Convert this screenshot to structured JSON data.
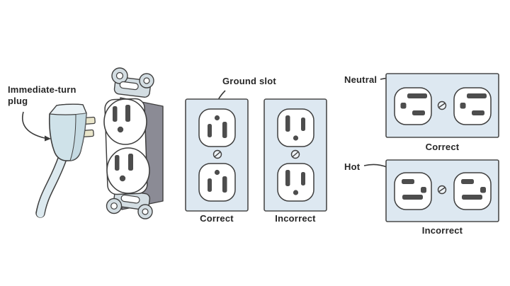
{
  "left_panel": {
    "callout_plug": "Immediate-turn plug"
  },
  "middle_panel": {
    "callout_ground_slot": "Ground slot",
    "plates": [
      {
        "caption": "Correct",
        "orientation": "vertical",
        "ground_slot_position": "top"
      },
      {
        "caption": "Incorrect",
        "orientation": "vertical",
        "ground_slot_position": "bottom"
      }
    ]
  },
  "right_panel": {
    "plates": [
      {
        "callout": "Neutral",
        "caption": "Correct",
        "orientation": "horizontal",
        "top_slot": "long-neutral"
      },
      {
        "callout": "Hot",
        "caption": "Incorrect",
        "orientation": "horizontal",
        "top_slot": "short-hot"
      }
    ]
  },
  "colors": {
    "background": "#ffffff",
    "wall_plate": "#dde8f1",
    "outlet_face": "#ffffff",
    "outline": "#3f3f3f",
    "slot": "#4d4d4d",
    "plug_body": "#cfe2e9",
    "plug_top": "#e8f1f5",
    "cord": "#dce9ef",
    "prong": "#eae6cb",
    "metal_strap": "#d3dde2",
    "receptacle_side": "#8b8b95",
    "text": "#262626"
  }
}
